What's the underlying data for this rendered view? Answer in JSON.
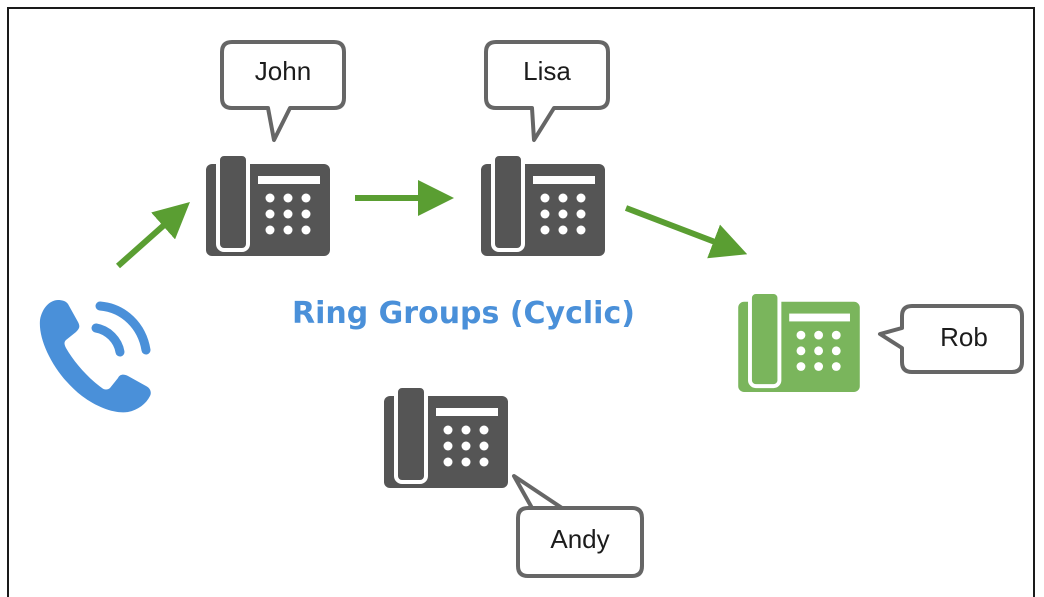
{
  "diagram": {
    "title": "Ring Groups (Cyclic)",
    "members": [
      {
        "name": "John",
        "status": "idle"
      },
      {
        "name": "Lisa",
        "status": "idle"
      },
      {
        "name": "Rob",
        "status": "ringing"
      },
      {
        "name": "Andy",
        "status": "idle"
      }
    ]
  },
  "colors": {
    "caller": "#4a90d9",
    "phone_idle": "#555555",
    "phone_ringing": "#7ab55c",
    "arrow": "#5a9e32",
    "title": "#4a90d9"
  },
  "icons": {
    "caller": "incoming-call-handset-icon",
    "phone": "desk-phone-icon"
  }
}
